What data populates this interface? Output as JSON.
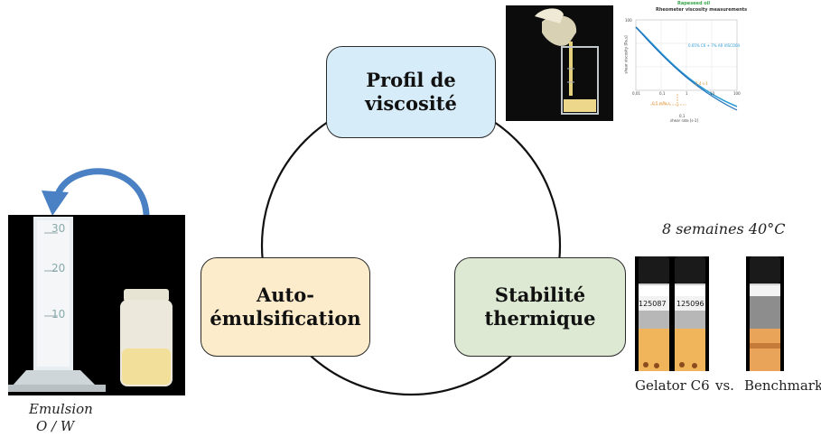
{
  "nodes": {
    "viscosity": "Profil de\nviscosité",
    "autoemulsification": "Auto-\némulsification",
    "stability": "Stabilité\nthermique"
  },
  "captions": {
    "emulsion_line1": "Emulsion",
    "emulsion_line2": "O / W",
    "stability_condition": "8 semaines 40°C",
    "gelator": "Gelator C6",
    "vs": "vs.",
    "benchmark": "Benchmark"
  },
  "cylinder_scale": {
    "mark_30": "30",
    "mark_20": "20",
    "mark_10": "10"
  },
  "vial_labels": {
    "vial1": "125087",
    "vial2": "125096"
  },
  "viscosity_chart": {
    "title": "Rheometer viscosity measurements",
    "subtitle": "Rapeseed oil",
    "ylabel": "shear viscosity [Pa.s]",
    "xlabel": "shear rate [s-1]",
    "legend": "0.65% C6 + 7% AR VISCO00",
    "y_top_tick": "100",
    "x_ticks": [
      "0,01",
      "0,1",
      "1",
      "10",
      "100"
    ],
    "y_bottom_tick": "0,1",
    "annot1": "2,4 s-1",
    "annot2": "0,5 mPa.s"
  },
  "colors": {
    "viscosity_box": "#d6ecf8",
    "auto_box": "#fdeccb",
    "stability_box": "#dde9d3",
    "arrow": "#4a80c4"
  }
}
